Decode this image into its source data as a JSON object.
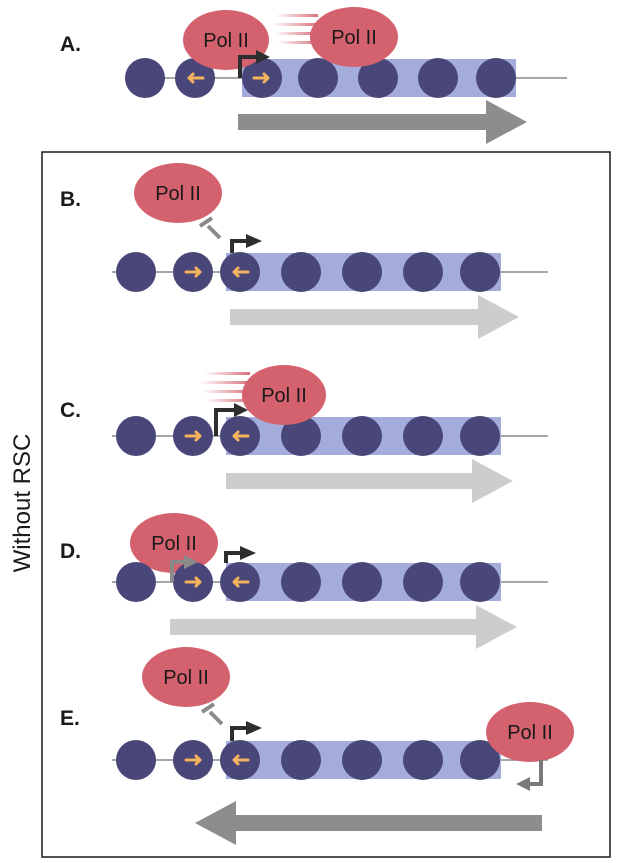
{
  "side_label": "Without RSC",
  "polymerase_label": "Pol II",
  "colors": {
    "nucleosome": "#494679",
    "gene_body": "#a4acdc",
    "pol": "#d4616e",
    "dna_line": "#8a8a8a",
    "small_arrow": "#f6b35e",
    "promoter_arrow": "#2e2e2e",
    "stalled_arrow": "#7a7a7a",
    "strong_transcript": "#8d8d8d",
    "weak_transcript": "#cdcdcd"
  },
  "panels": [
    {
      "label": "A.",
      "description_icons": [
        "nucleosome",
        "gene-body",
        "promoter-arrow",
        "pol-ii",
        "pol-ii-moving",
        "transcript-arrow"
      ],
      "pol": [
        {
          "label": "Pol II"
        },
        {
          "label": "Pol II",
          "moving": true
        }
      ],
      "transcript": "strong-forward"
    },
    {
      "label": "B.",
      "pol": [
        {
          "label": "Pol II",
          "detached": true
        }
      ],
      "transcript": "weak-forward"
    },
    {
      "label": "C.",
      "pol": [
        {
          "label": "Pol II",
          "moving": true
        }
      ],
      "transcript": "weak-forward"
    },
    {
      "label": "D.",
      "pol": [
        {
          "label": "Pol II",
          "stalled": true
        }
      ],
      "transcript": "weak-forward"
    },
    {
      "label": "E.",
      "pol": [
        {
          "label": "Pol II",
          "detached": true
        },
        {
          "label": "Pol II",
          "antisense": true
        }
      ],
      "transcript": "strong-reverse"
    }
  ]
}
